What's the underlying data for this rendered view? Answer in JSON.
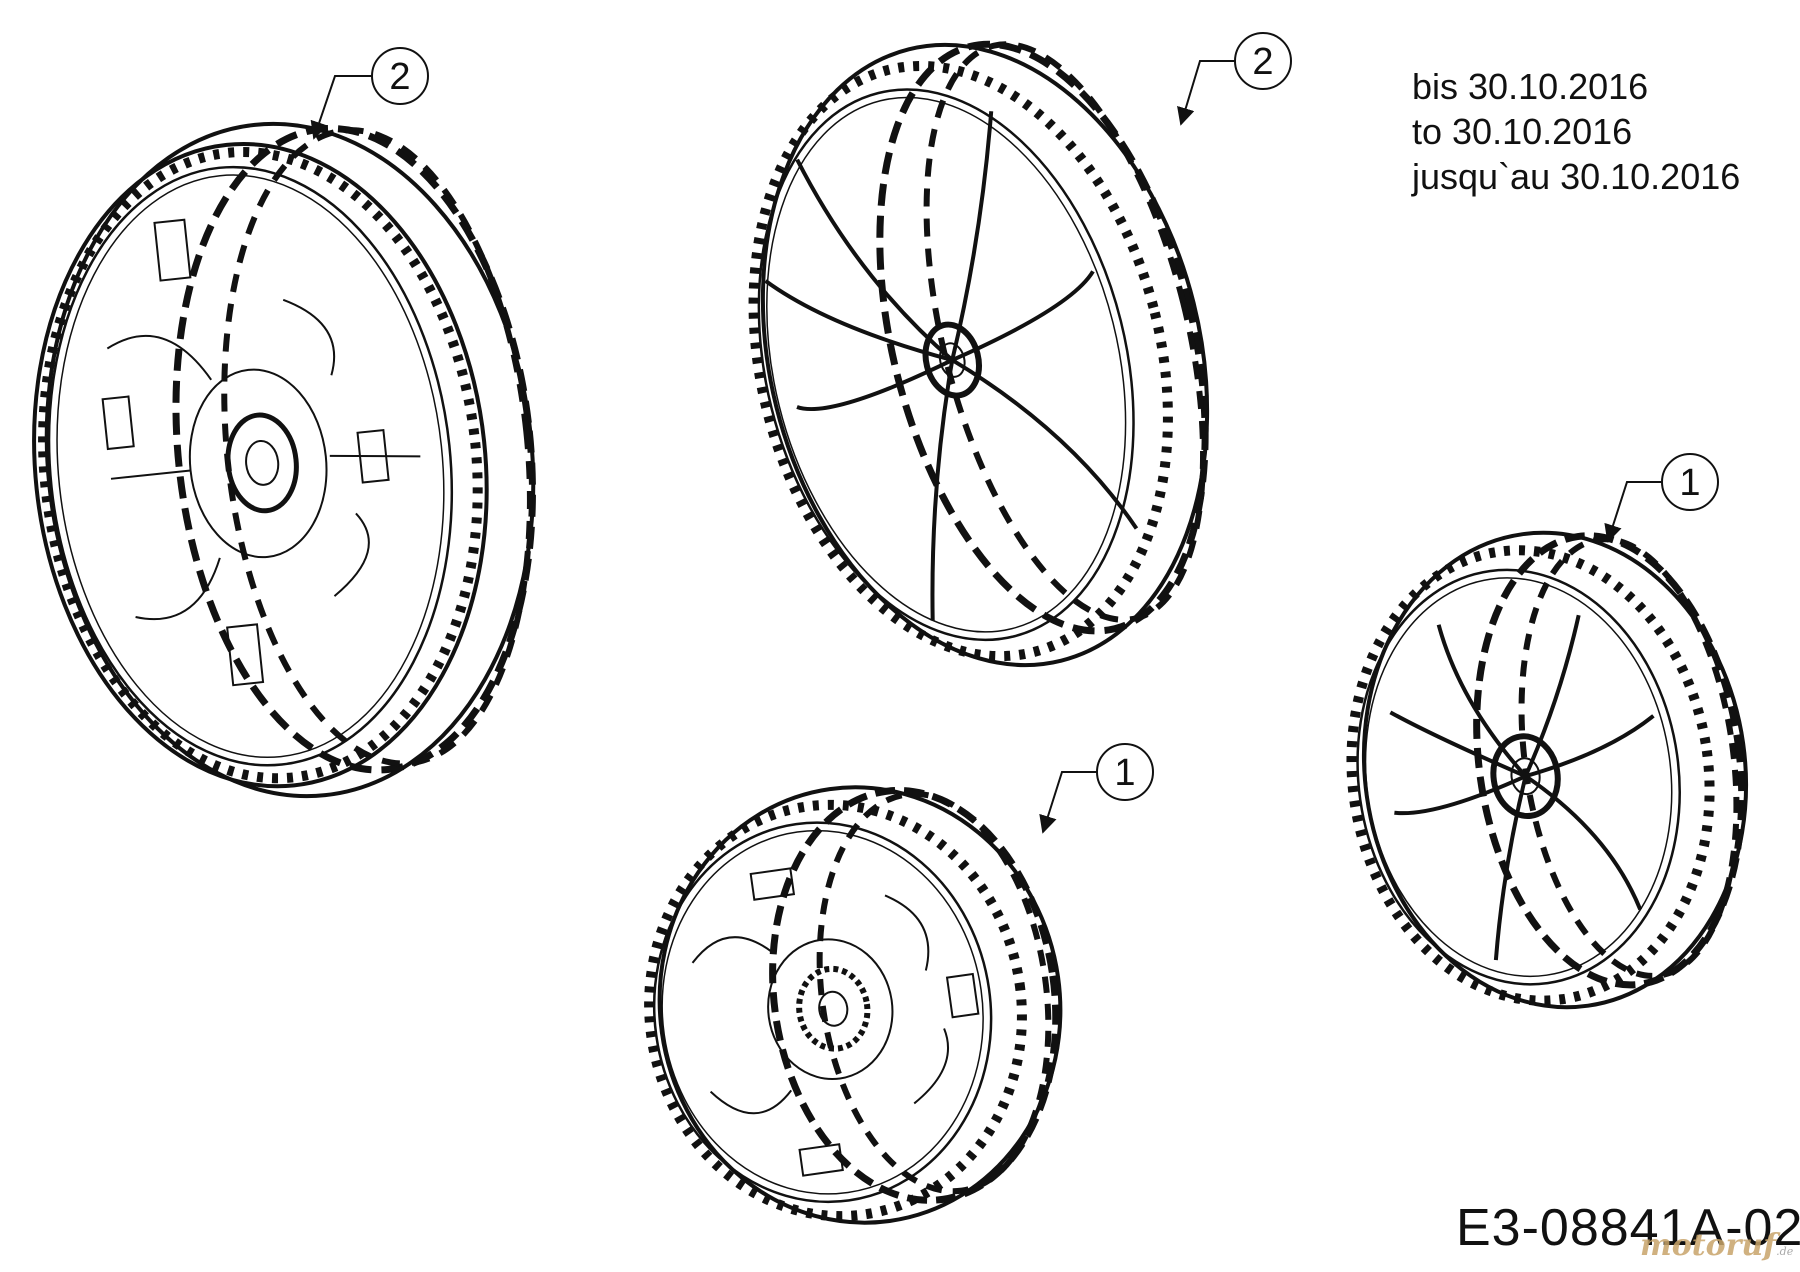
{
  "validity": {
    "de": "bis 30.10.2016",
    "en": "to 30.10.2016",
    "fr": "jusqu`au 30.10.2016"
  },
  "drawing_number": "E3-08841A-02",
  "watermark": {
    "text": "motoruf",
    "suffix": ".de"
  },
  "wheels": [
    {
      "name": "wheel-large-left",
      "callout": "2"
    },
    {
      "name": "wheel-large-right",
      "callout": "2"
    },
    {
      "name": "wheel-small-right",
      "callout": "1"
    },
    {
      "name": "wheel-small-bottom",
      "callout": "1"
    }
  ]
}
